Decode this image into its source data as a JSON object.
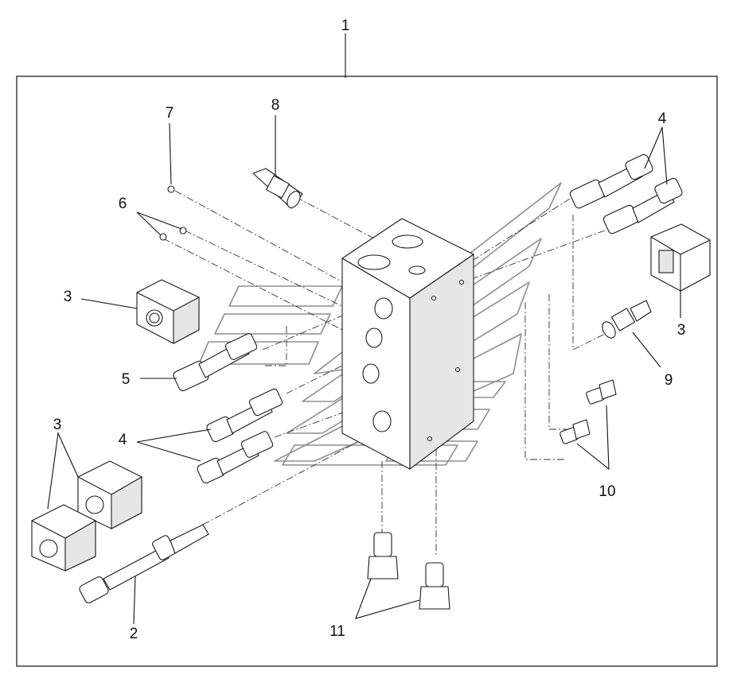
{
  "callouts": {
    "assembly": "1",
    "long_bolt": "2",
    "coil_left_single": "3",
    "coil_left_pair": "3",
    "coil_right": "3",
    "cartridges_left": "4",
    "cartridges_right": "4",
    "cartridge_left_top": "5",
    "plugs_small": "6",
    "plug_single": "7",
    "sensor_top": "8",
    "sensor_right": "9",
    "fittings_right": "10",
    "fittings_bottom": "11"
  },
  "colors": {
    "line": "#1a1a1a",
    "watermark": "#7a7a7a",
    "background": "#ffffff"
  }
}
